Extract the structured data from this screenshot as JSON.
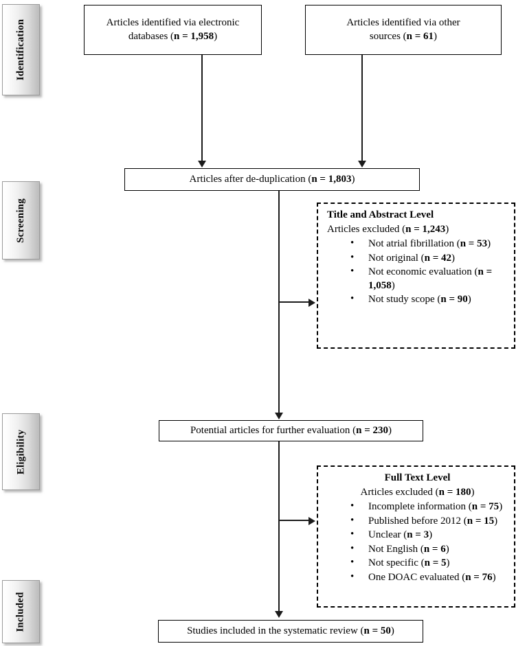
{
  "diagram": {
    "type": "prisma-flow-diagram",
    "phases": [
      {
        "id": "identification",
        "label": "Identification"
      },
      {
        "id": "screening",
        "label": "Screening"
      },
      {
        "id": "eligibility",
        "label": "Eligibility"
      },
      {
        "id": "included",
        "label": "Included"
      }
    ],
    "boxes": {
      "electronic_databases": {
        "line1": "Articles identified via electronic",
        "line2_pre": "databases (",
        "line2_n": "n = 1,958",
        "line2_post": ")"
      },
      "other_sources": {
        "line1": "Articles identified via other",
        "line2_pre": "sources (",
        "line2_n": "n = 61",
        "line2_post": ")"
      },
      "dedup": {
        "text_pre": "Articles after de-duplication (",
        "text_n": "n = 1,803",
        "text_post": ")"
      },
      "potential": {
        "text_pre": "Potential articles for further evaluation (",
        "text_n": "n = 230",
        "text_post": ")"
      },
      "included_studies": {
        "text_pre": "Studies included in the systematic review (",
        "text_n": "n = 50",
        "text_post": ")"
      }
    },
    "exclusions": {
      "title_abstract": {
        "title": "Title and Abstract Level",
        "subtitle_pre": "Articles excluded (",
        "subtitle_n": "n = 1,243",
        "subtitle_post": ")",
        "items": [
          {
            "text_pre": "Not atrial fibrillation (",
            "n": "n = 53",
            "text_post": ")"
          },
          {
            "text_pre": "Not original (",
            "n": "n = 42",
            "text_post": ")"
          },
          {
            "text_pre": "Not economic evaluation (",
            "n": "n = 1,058",
            "text_post": ")"
          },
          {
            "text_pre": "Not study scope (",
            "n": "n = 90",
            "text_post": ")"
          }
        ]
      },
      "full_text": {
        "title": "Full Text Level",
        "subtitle_pre": "Articles excluded (",
        "subtitle_n": "n = 180",
        "subtitle_post": ")",
        "items": [
          {
            "text_pre": "Incomplete information (",
            "n": "n = 75",
            "text_post": ")"
          },
          {
            "text_pre": "Published before 2012 (",
            "n": "n = 15",
            "text_post": ")"
          },
          {
            "text_pre": "Unclear (",
            "n": "n = 3",
            "text_post": ")"
          },
          {
            "text_pre": "Not English (",
            "n": "n = 6",
            "text_post": ")"
          },
          {
            "text_pre": "Not specific (",
            "n": "n = 5",
            "text_post": ")"
          },
          {
            "text_pre": "One DOAC evaluated (",
            "n": "n = 76",
            "text_post": ")"
          }
        ]
      }
    }
  }
}
